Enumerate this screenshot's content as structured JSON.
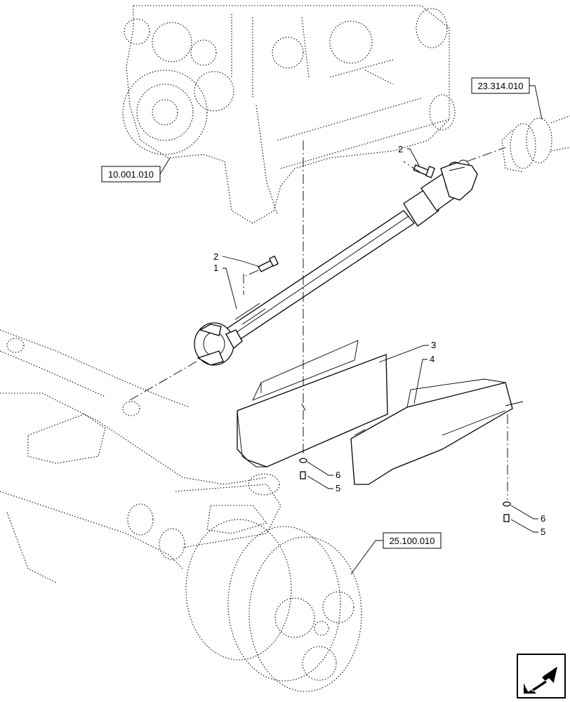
{
  "references": {
    "engine": "10.001.010",
    "transmission": "23.314.010",
    "front_axle": "25.100.010"
  },
  "callouts": {
    "c1": "1",
    "c2a": "2",
    "c2b": "2",
    "c3": "3",
    "c4": "4",
    "c5a": "5",
    "c6a": "6",
    "c5b": "5",
    "c6b": "6"
  },
  "icons": {
    "nav": "arrow-back-icon"
  }
}
